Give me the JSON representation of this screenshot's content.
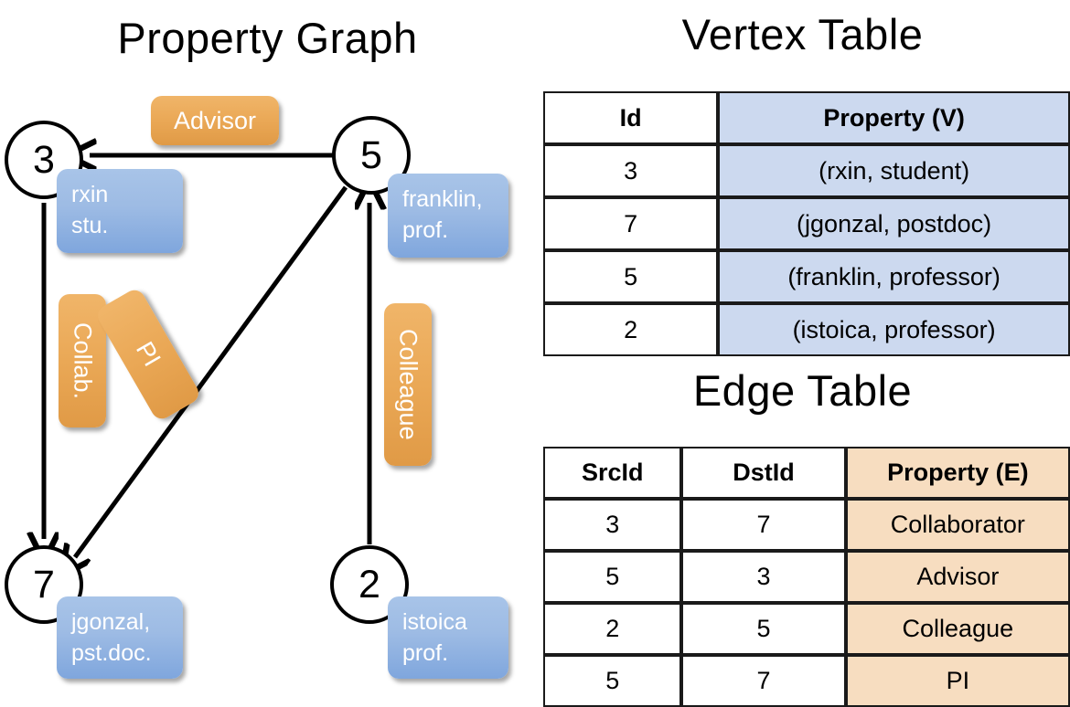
{
  "titles": {
    "property_graph": "Property Graph",
    "vertex_table": "Vertex Table",
    "edge_table": "Edge Table"
  },
  "graph": {
    "vertices": [
      {
        "id": "3",
        "name": "rxin",
        "role": "stu."
      },
      {
        "id": "5",
        "name": "franklin,",
        "role": "prof."
      },
      {
        "id": "7",
        "name": "jgonzal,",
        "role": "pst.doc."
      },
      {
        "id": "2",
        "name": "istoica",
        "role": "prof."
      }
    ],
    "edge_labels": {
      "advisor": "Advisor",
      "collab": "Collab.",
      "pi": "PI",
      "colleague": "Colleague"
    }
  },
  "vertex_table": {
    "headers": [
      "Id",
      "Property (V)"
    ],
    "rows": [
      {
        "id": "3",
        "property": "(rxin, student)"
      },
      {
        "id": "7",
        "property": "(jgonzal, postdoc)"
      },
      {
        "id": "5",
        "property": "(franklin, professor)"
      },
      {
        "id": "2",
        "property": "(istoica, professor)"
      }
    ]
  },
  "edge_table": {
    "headers": [
      "SrcId",
      "DstId",
      "Property (E)"
    ],
    "rows": [
      {
        "src": "3",
        "dst": "7",
        "property": "Collaborator"
      },
      {
        "src": "5",
        "dst": "3",
        "property": "Advisor"
      },
      {
        "src": "2",
        "dst": "5",
        "property": "Colleague"
      },
      {
        "src": "5",
        "dst": "7",
        "property": "PI"
      }
    ]
  },
  "colors": {
    "vertex_property_fill": "#ccd9ef",
    "edge_property_fill": "#f7ddc0",
    "node_box_blue": "#9dbbe4",
    "edge_box_orange": "#eaa856"
  }
}
